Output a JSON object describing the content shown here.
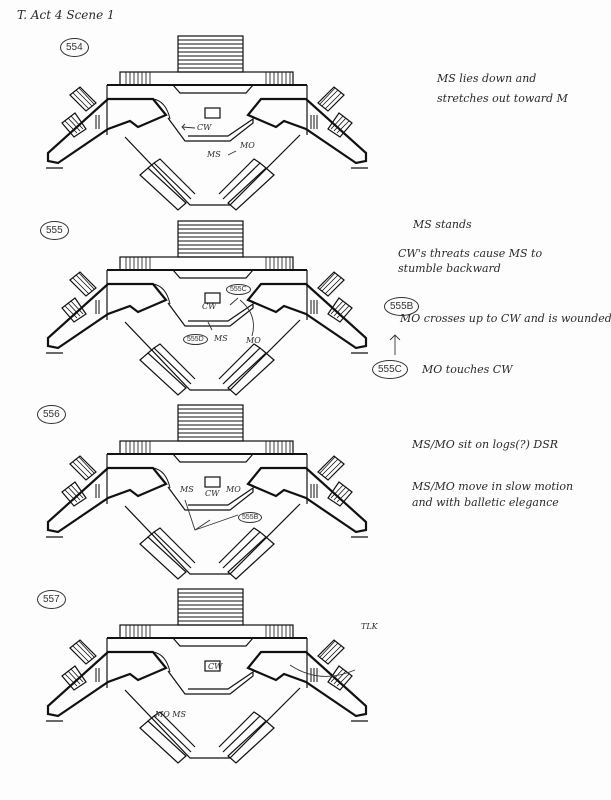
{
  "header": "T. Act 4 Scene 1",
  "cues": [
    {
      "id": "554",
      "labels": {
        "cw": "CW",
        "ms": "MS",
        "mo": "MO"
      },
      "notes": [
        "MS lies down and",
        "stretches out toward M"
      ]
    },
    {
      "id": "555",
      "labels": {
        "cw": "CW",
        "ms": "MS",
        "mo": "MO",
        "c": "555C",
        "d": "555D"
      },
      "notes": [
        "MS stands",
        "CW's threats cause MS to",
        "stumble backward"
      ],
      "sub": [
        {
          "id": "555B",
          "text": "MO crosses up to CW and is wounded"
        },
        {
          "id": "555C",
          "text": "MO touches CW"
        }
      ]
    },
    {
      "id": "556",
      "labels": {
        "cw": "CW",
        "ms": "MS",
        "mo": "MO",
        "b": "555B"
      },
      "notes": [
        "MS/MO sit on logs(?) DSR",
        "MS/MO move in slow motion",
        "and with balletic elegance"
      ]
    },
    {
      "id": "557",
      "labels": {
        "cw": "CW",
        "ms": "MO MS",
        "tlk": "TLK"
      }
    }
  ]
}
